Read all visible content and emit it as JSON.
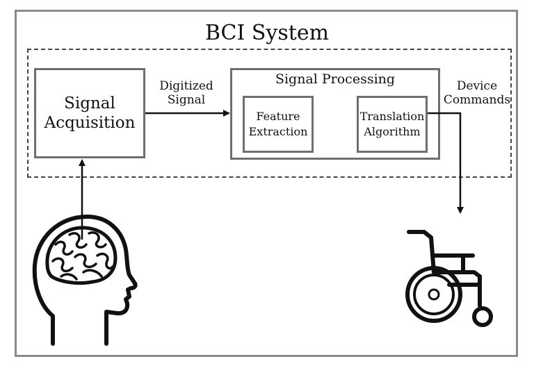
{
  "diagram": {
    "title": "BCI System",
    "boxes": {
      "signal_acquisition": "Signal\nAcquisition",
      "signal_processing": "Signal Processing",
      "feature_extraction": "Feature\nExtraction",
      "translation_algorithm": "Translation\nAlgorithm"
    },
    "edge_labels": {
      "digitized_signal": "Digitized\nSignal",
      "device_commands": "Device\nCommands"
    },
    "icons": [
      "human-head-brain-icon",
      "wheelchair-icon"
    ]
  }
}
